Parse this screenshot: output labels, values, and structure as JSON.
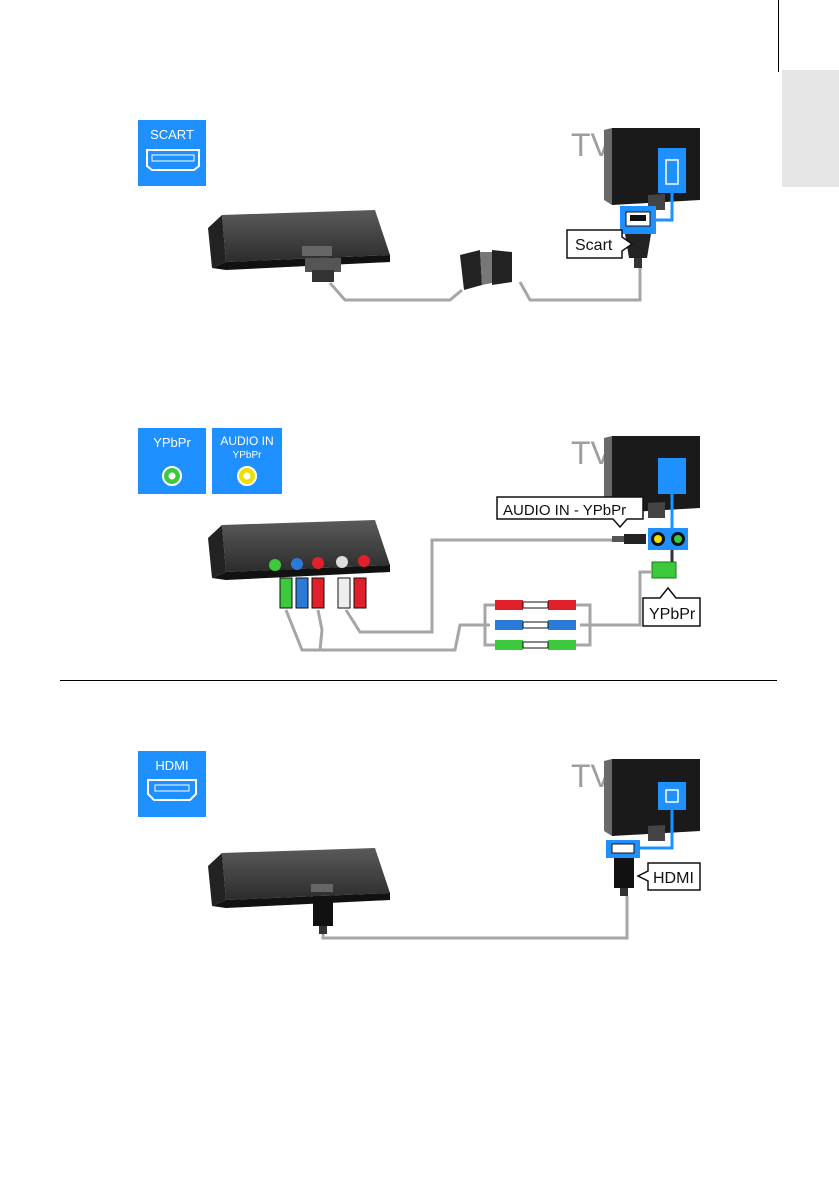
{
  "scart": {
    "badge_label": "SCART",
    "tv_label": "TV",
    "cable_label": "Scart"
  },
  "ypbpr": {
    "badge_label": "YPbPr",
    "audio_badge_line1": "AUDIO IN",
    "audio_badge_line2": "YPbPr",
    "tv_label": "TV",
    "audio_callout": "AUDIO IN - YPbPr",
    "video_callout": "YPbPr"
  },
  "hdmi": {
    "badge_label": "HDMI",
    "tv_label": "TV",
    "cable_label": "HDMI"
  },
  "colors": {
    "badge_blue": "#1e90ff",
    "tv_blue": "#1e90ff",
    "cable_grey": "#a6a6a6",
    "tv_label_grey": "#9e9e9e",
    "component_green": "#3cc93c",
    "component_blue": "#2a7bd8",
    "component_red": "#e0202a",
    "audio_yellow": "#f0e000"
  }
}
